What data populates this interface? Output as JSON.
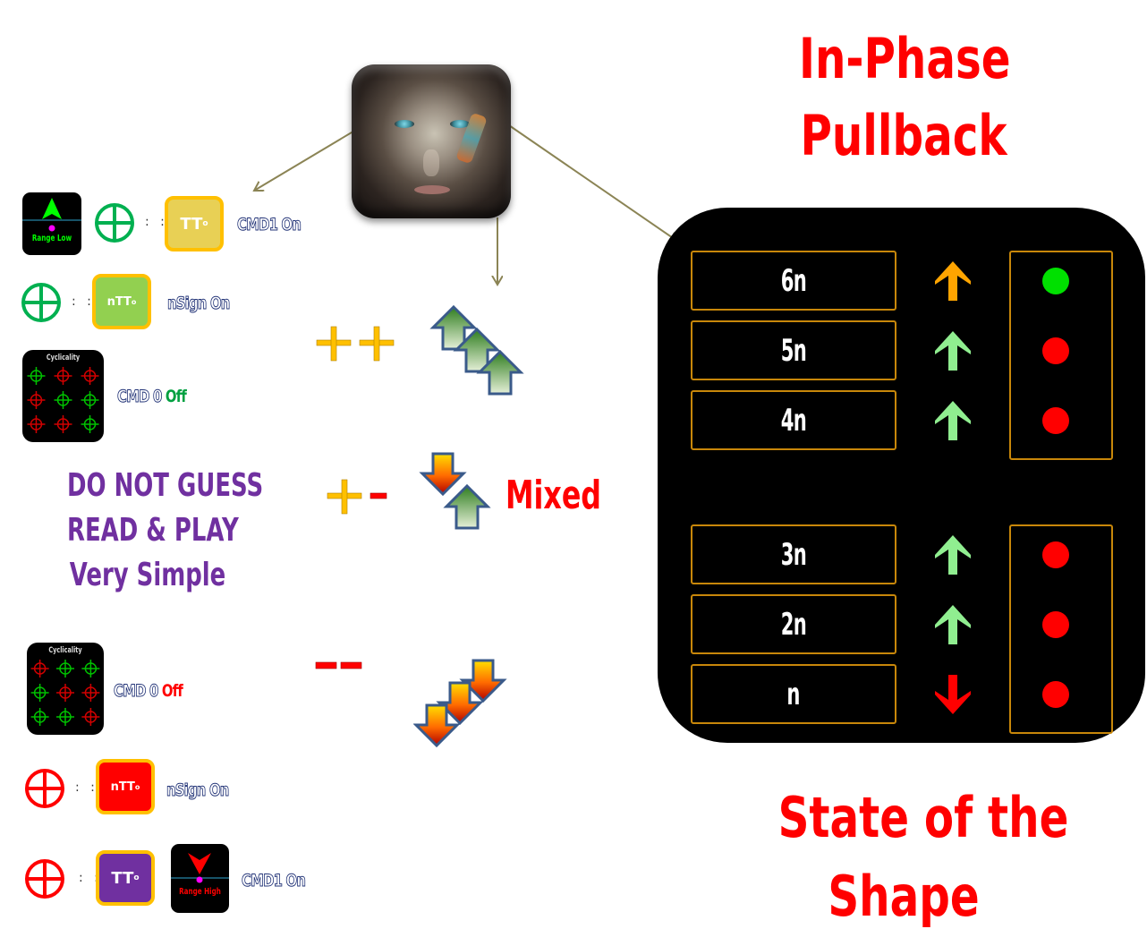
{
  "title": {
    "line1": "In-Phase",
    "line2": "Pullback"
  },
  "footer_title": {
    "line1": "State of the",
    "line2": "Shape"
  },
  "avatar": {
    "icon": "portrait-avatar"
  },
  "legend": {
    "range_low": {
      "label": "Range Low",
      "icon": "triangle-up",
      "dot_color": "#ff00ff",
      "arrow_color": "#00ff00"
    },
    "range_high": {
      "label": "Range High",
      "icon": "triangle-down",
      "dot_color": "#ff00ff",
      "arrow_color": "#ff0000"
    },
    "bull_items": [
      {
        "symbol_color": "#00b050",
        "separator": ": :",
        "tile_text": "TT",
        "tile_sub": "o",
        "tile_color": "#e8d055",
        "desc": "CMD1 On"
      },
      {
        "symbol_color": "#00b050",
        "separator": ": :",
        "tile_text": "nTT",
        "tile_sub": "o",
        "tile_color": "#92d050",
        "desc": "nSign On"
      }
    ],
    "bear_items": [
      {
        "symbol_color": "#ff0000",
        "separator": ": :",
        "tile_text": "nTT",
        "tile_sub": "o",
        "tile_color": "#ff0000",
        "desc": "nSign On"
      },
      {
        "symbol_color": "#ff0000",
        "separator": ": :",
        "tile_text": "TT",
        "tile_sub": "o",
        "tile_color": "#7030a0",
        "desc": "CMD1 On"
      }
    ],
    "cyclicality_top": {
      "label": "Cyclicality",
      "grid": [
        "green",
        "red",
        "red",
        "red",
        "green",
        "green",
        "red",
        "red",
        "green"
      ],
      "desc_prefix": "CMD 0",
      "desc_state": "Off",
      "state_color": "#00a040"
    },
    "cyclicality_bottom": {
      "label": "Cyclicality",
      "grid": [
        "red",
        "green",
        "green",
        "green",
        "red",
        "red",
        "green",
        "green",
        "red"
      ],
      "desc_prefix": "CMD 0",
      "desc_state": "Off",
      "state_color": "#ff0000"
    }
  },
  "motto": {
    "line1": "DO NOT GUESS",
    "line2": "READ & PLAY",
    "line3": "Very Simple"
  },
  "signals": [
    {
      "symbol": "++",
      "symbol_colors": [
        "#ffc000",
        "#ffc000"
      ],
      "arrows": "three-up-green",
      "label": ""
    },
    {
      "symbol": "+-",
      "symbol_colors": [
        "#ffc000",
        "#ff0000"
      ],
      "arrows": "down-red-up-green",
      "label": "Mixed"
    },
    {
      "symbol": "--",
      "symbol_colors": [
        "#ff0000",
        "#ff0000"
      ],
      "arrows": "three-down-red",
      "label": ""
    }
  ],
  "state_panel": {
    "rows": [
      {
        "label": "6n",
        "direction": "up",
        "arrow_color": "#ffa500",
        "dot_color": "#00e000"
      },
      {
        "label": "5n",
        "direction": "up",
        "arrow_color": "#90ee90",
        "dot_color": "#ff0000"
      },
      {
        "label": "4n",
        "direction": "up",
        "arrow_color": "#90ee90",
        "dot_color": "#ff0000"
      },
      {
        "label": "3n",
        "direction": "up",
        "arrow_color": "#90ee90",
        "dot_color": "#ff0000"
      },
      {
        "label": "2n",
        "direction": "up",
        "arrow_color": "#90ee90",
        "dot_color": "#ff0000"
      },
      {
        "label": "n",
        "direction": "down",
        "arrow_color": "#ff0000",
        "dot_color": "#ff0000"
      }
    ],
    "border_color": "#c8870a"
  },
  "colors": {
    "title_red": "#ff0000",
    "motto_purple": "#7030a0",
    "connector": "#8b8455",
    "tile_border": "#ffc000"
  }
}
